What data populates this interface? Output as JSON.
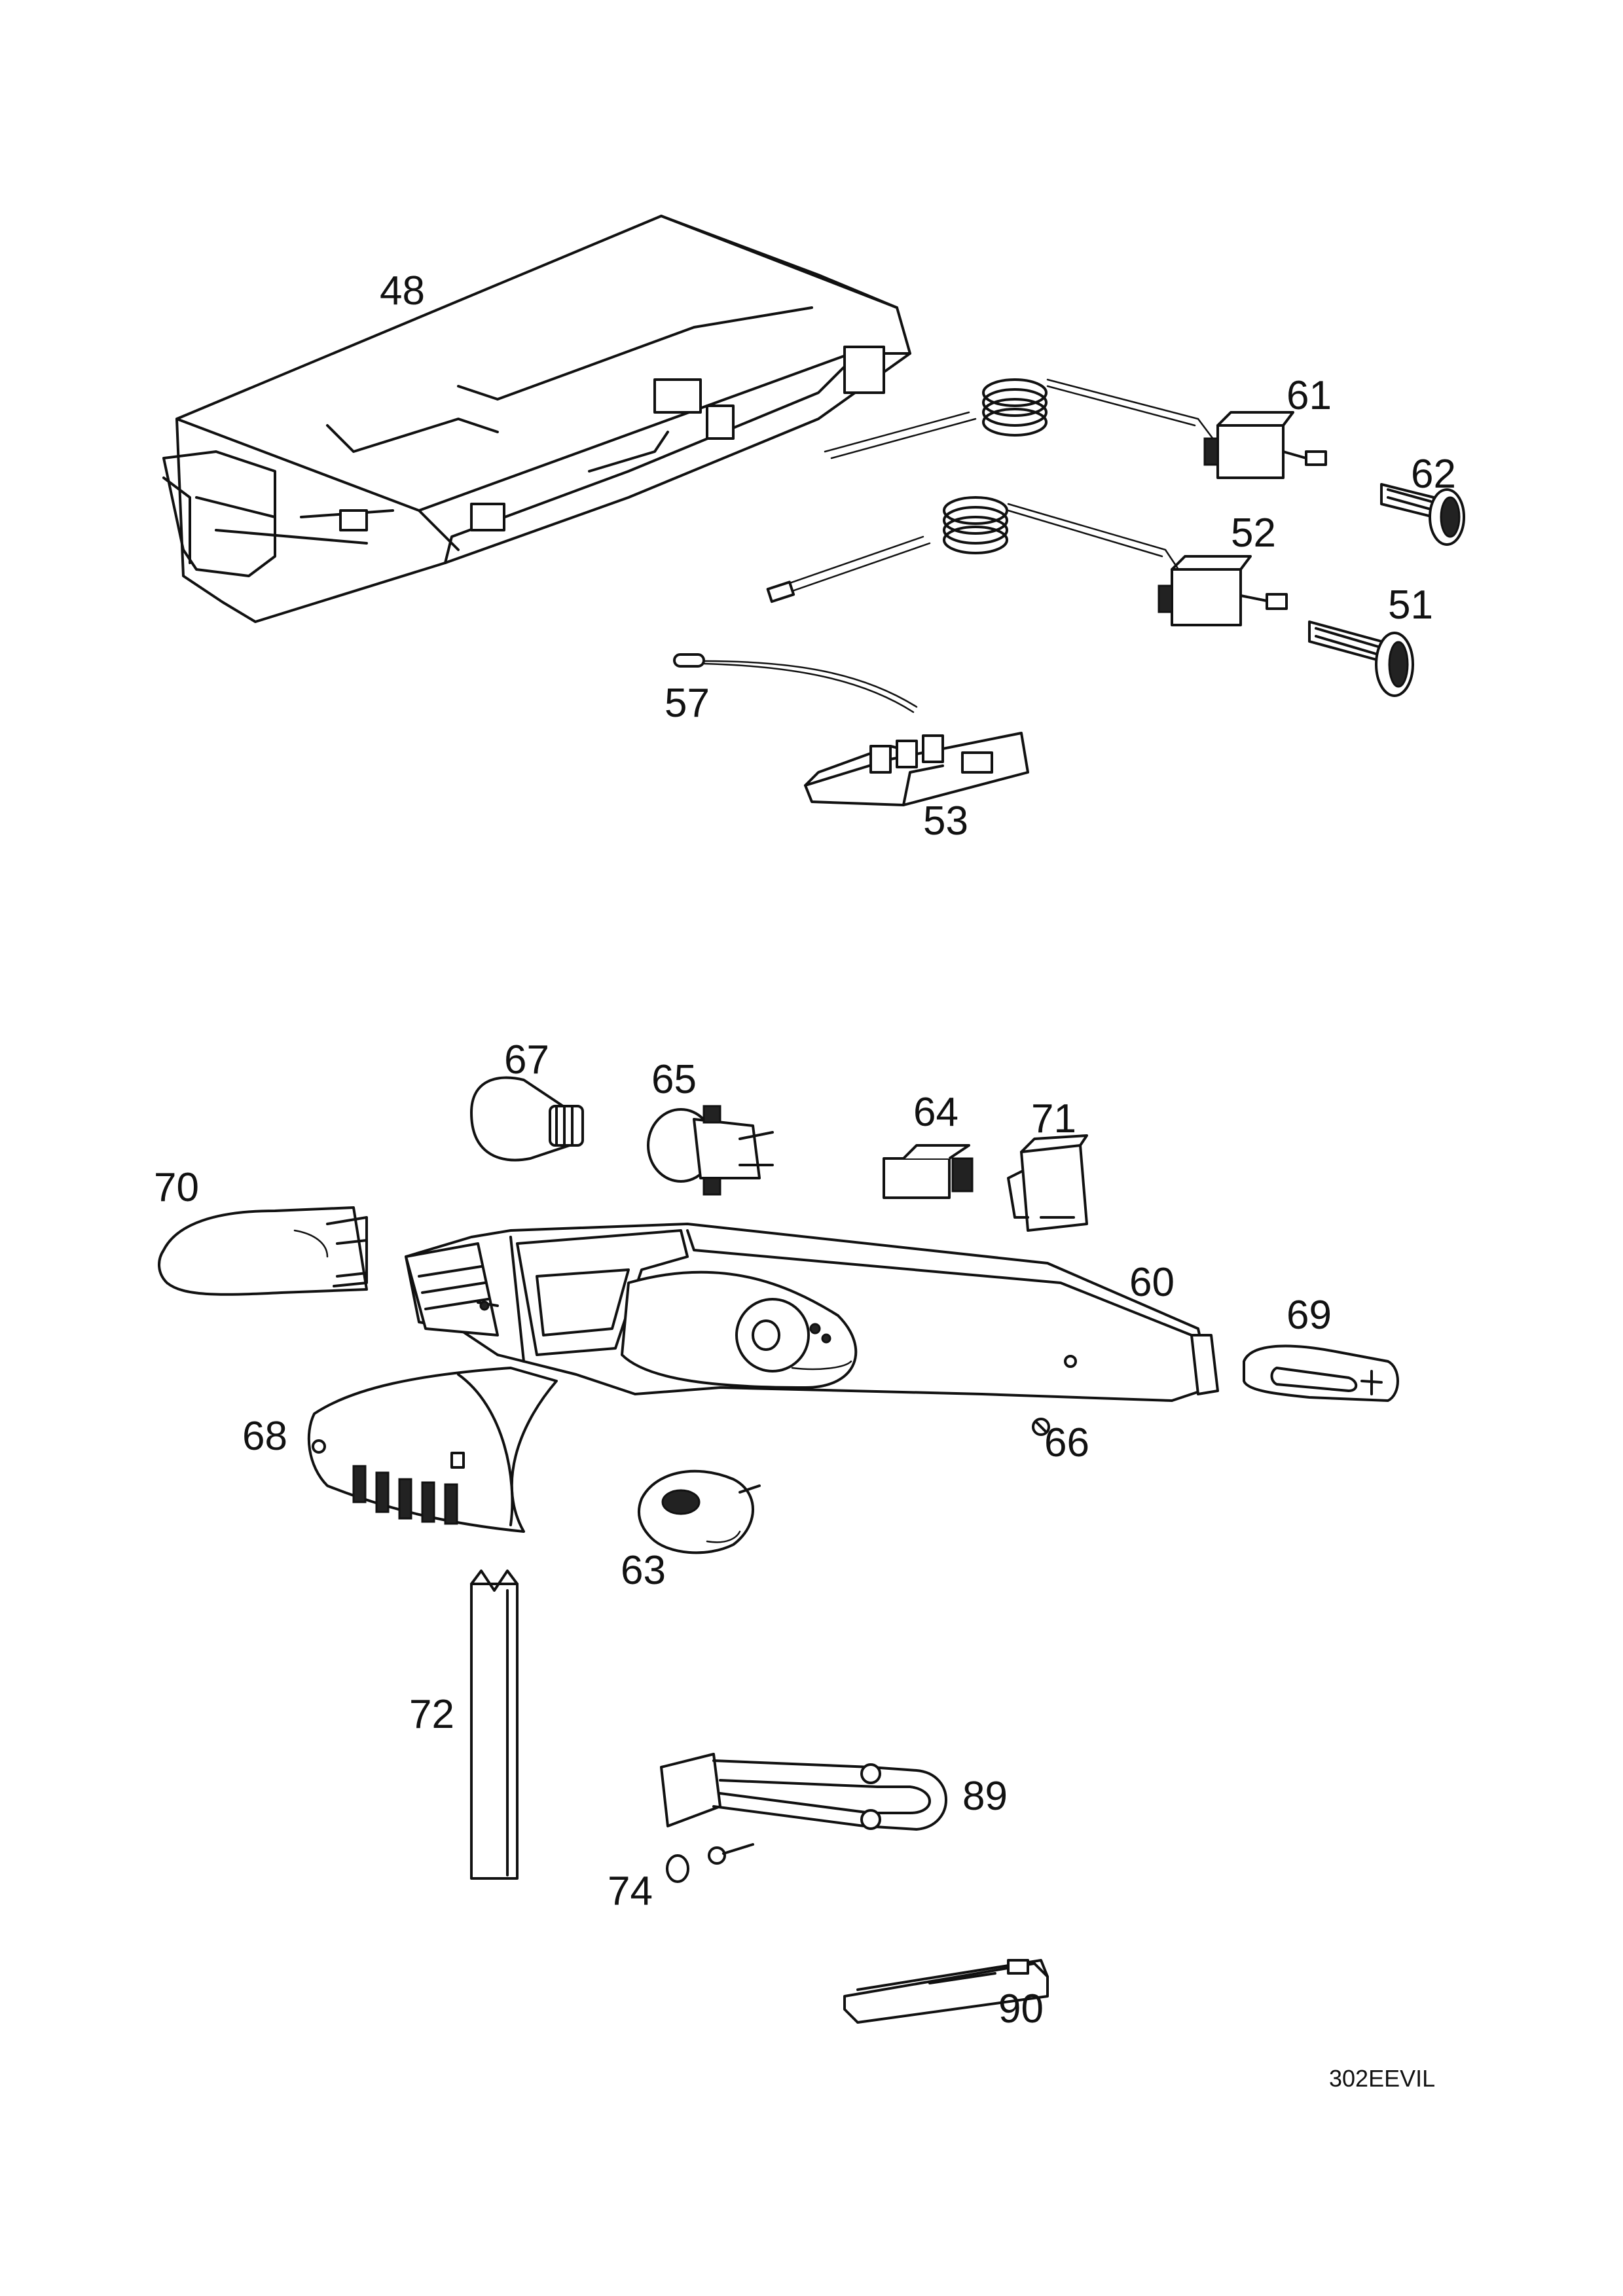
{
  "part_labels": {
    "p48": "48",
    "p61": "61",
    "p62": "62",
    "p52": "52",
    "p51": "51",
    "p57": "57",
    "p53": "53",
    "p67": "67",
    "p65": "65",
    "p64": "64",
    "p71": "71",
    "p70": "70",
    "p60": "60",
    "p69": "69",
    "p68": "68",
    "p66": "66",
    "p63": "63",
    "p72": "72",
    "p89": "89",
    "p74": "74",
    "p90": "90"
  },
  "drawing_code": "302EEVIL"
}
